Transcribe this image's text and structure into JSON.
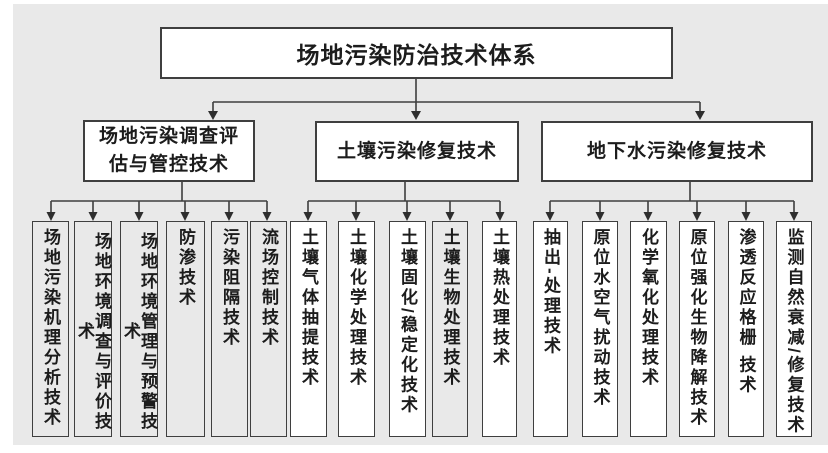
{
  "colors": {
    "background": "#e9e9e9",
    "box_fill_white": "#ffffff",
    "box_fill_gray": "#e9e9e9",
    "border_and_line": "#3f3f3f",
    "arrowhead": "#2e2e2e",
    "text": "#1c1c1c"
  },
  "tree": {
    "root": {
      "label": "场地污染防治技术体系"
    },
    "branches": [
      {
        "label": "场地污染调查评估与管控技术",
        "lines": [
          "场地污染调查评",
          "估与管控技术"
        ],
        "leaves": [
          "场地污染机理分析技术",
          "场地环境调查与评价技术",
          "场地环境管理与预警技术",
          "防渗技术",
          "污染阻隔技术",
          "流场控制技术"
        ]
      },
      {
        "label": "土壤污染修复技术",
        "leaves": [
          "土壤气体抽提技术",
          "土壤化学处理技术",
          "土壤固化/稳定化技术",
          "土壤生物处理技术",
          "土壤热处理技术"
        ]
      },
      {
        "label": "地下水污染修复技术",
        "leaves": [
          "抽出-处理技术",
          "原位水空气扰动技术",
          "化学氧化处理技术",
          "原位强化生物降解技术",
          "渗透反应格栅 技术",
          "监测自然衰减/修复技术"
        ]
      }
    ]
  }
}
